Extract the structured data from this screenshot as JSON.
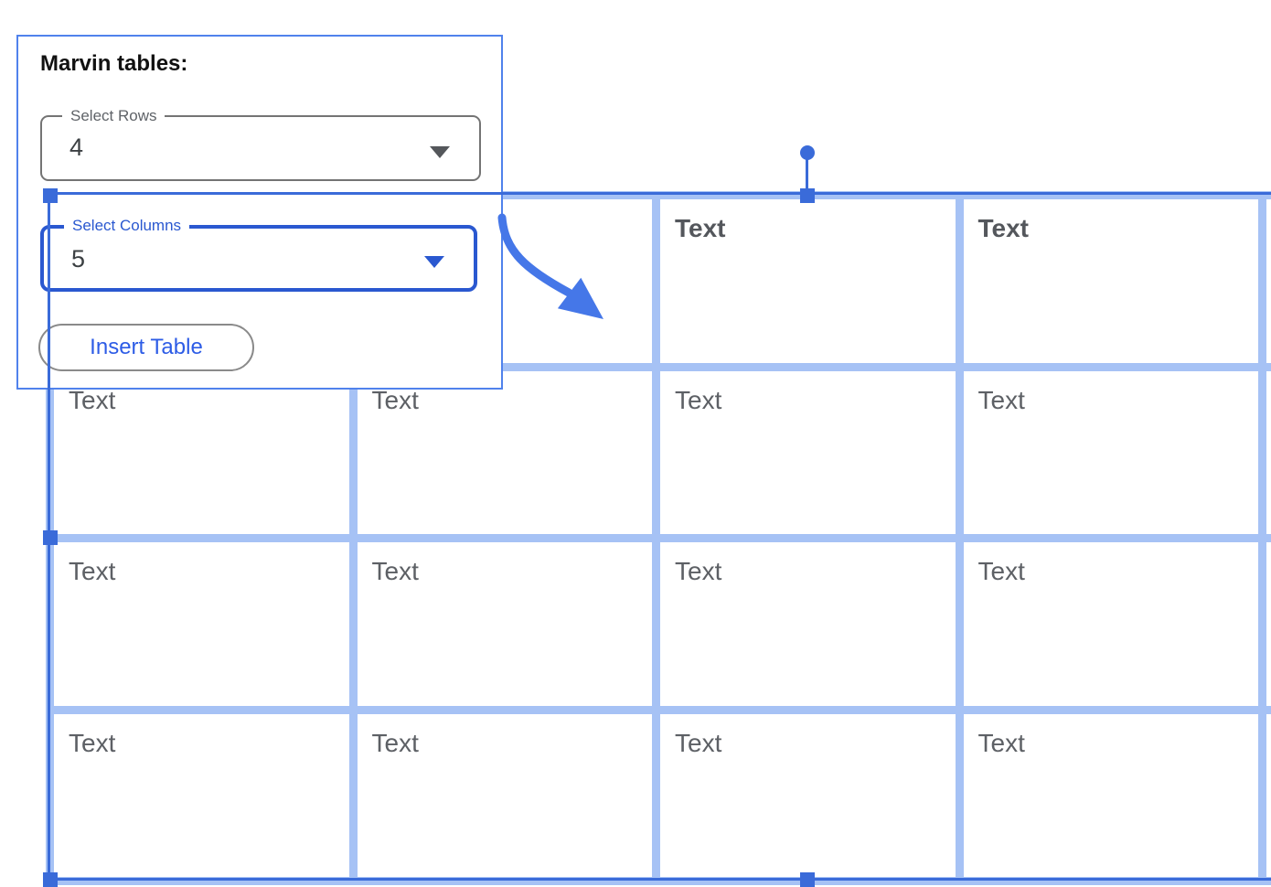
{
  "dialog": {
    "title": "Marvin tables:",
    "rows_field": {
      "label": "Select Rows",
      "value": "4"
    },
    "columns_field": {
      "label": "Select Columns",
      "value": "5"
    },
    "insert_button_label": "Insert Table"
  },
  "table": {
    "rows": 4,
    "columns": 5,
    "cell_text": "Text",
    "header_row_bold": true
  },
  "colors": {
    "table_border": "#a6c2f5",
    "selection": "#3a6bd9",
    "arrow": "#4577e8",
    "focus": "#2a58d0",
    "dialog_border": "#5082ec",
    "link_blue": "#2d5ce6"
  }
}
